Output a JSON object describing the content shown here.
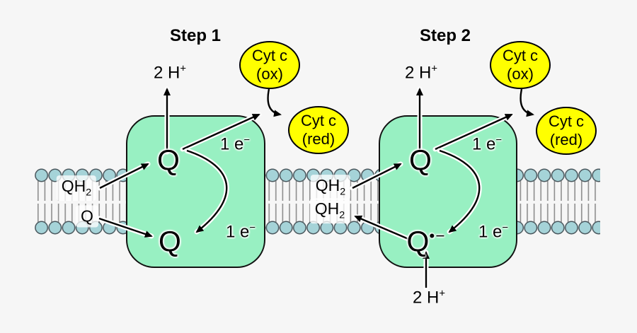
{
  "colors": {
    "background": "#f6f6f6",
    "text": "#000000",
    "complex-fill": "#98f0c2",
    "complex-border": "#111111",
    "membrane-head": "#a5d3d8",
    "membrane-head-border": "#49565c",
    "membrane-tail": "#8d8d8d",
    "cytc-fill": "#ffff00",
    "cytc-border": "#000000",
    "arrow": "#000000",
    "arrow-halo": "#ffffff",
    "label-patch": "#ffffffc4"
  },
  "step1": {
    "title": "Step 1",
    "protons_top": {
      "base": "2 H",
      "sup": "+"
    },
    "cyt_ox": {
      "line1": "Cyt c",
      "line2": "(ox)"
    },
    "cyt_red": {
      "line1": "Cyt c",
      "line2": "(red)"
    },
    "electron_top": {
      "base": "1 e",
      "sup": "−"
    },
    "electron_bottom": {
      "base": "1 e",
      "sup": "−"
    },
    "q_top": "Q",
    "q_bottom": "Q",
    "membrane_qh2": {
      "base": "QH",
      "sub": "2"
    },
    "membrane_q": "Q"
  },
  "step2": {
    "title": "Step 2",
    "protons_top": {
      "base": "2 H",
      "sup": "+"
    },
    "protons_bottom": {
      "base": "2 H",
      "sup": "+"
    },
    "cyt_ox": {
      "line1": "Cyt c",
      "line2": "(ox)"
    },
    "cyt_red": {
      "line1": "Cyt c",
      "line2": "(red)"
    },
    "electron_top": {
      "base": "1 e",
      "sup": "−"
    },
    "electron_bottom": {
      "base": "1 e",
      "sup": "−"
    },
    "q_top": "Q",
    "q_bottom": {
      "base": "Q",
      "sup": "•−"
    },
    "membrane_qh2_in": {
      "base": "QH",
      "sub": "2"
    },
    "membrane_qh2_out": {
      "base": "QH",
      "sub": "2"
    }
  }
}
